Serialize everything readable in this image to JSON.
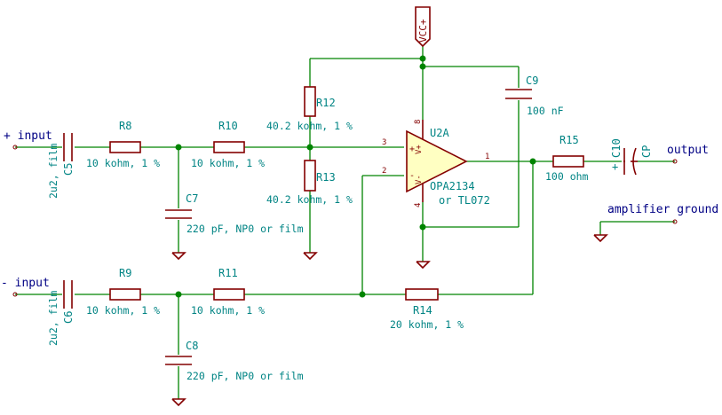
{
  "nets": {
    "plus_input": "+ input",
    "minus_input": "- input",
    "output": "output",
    "amp_ground": "amplifier ground",
    "vcc": "VCC+"
  },
  "opamp": {
    "ref": "U2A",
    "value_line1": "OPA2134",
    "value_line2": "or TL072",
    "pin_in_plus": "3",
    "pin_in_minus": "2",
    "pin_out": "1",
    "pin_vplus": "8",
    "pin_vminus": "4",
    "label_vplus": "V+",
    "label_vminus": "V-",
    "sign_plus": "+",
    "sign_minus": "-"
  },
  "components": {
    "C5": {
      "ref": "C5",
      "value": "2u2, film"
    },
    "C6": {
      "ref": "C6",
      "value": "2u2, film"
    },
    "C7": {
      "ref": "C7",
      "value": "220 pF, NP0 or film"
    },
    "C8": {
      "ref": "C8",
      "value": "220 pF, NP0 or film"
    },
    "C9": {
      "ref": "C9",
      "value": "100 nF"
    },
    "C10": {
      "ref": "C10",
      "value": "CP",
      "polarity": "+"
    },
    "R8": {
      "ref": "R8",
      "value": "10 kohm, 1 %"
    },
    "R9": {
      "ref": "R9",
      "value": "10 kohm, 1 %"
    },
    "R10": {
      "ref": "R10",
      "value": "10 kohm, 1 %"
    },
    "R11": {
      "ref": "R11",
      "value": "10 kohm, 1 %"
    },
    "R12": {
      "ref": "R12",
      "value": "40.2 kohm, 1 %"
    },
    "R13": {
      "ref": "R13",
      "value": "40.2 kohm, 1 %"
    },
    "R14": {
      "ref": "R14",
      "value": "20 kohm, 1 %"
    },
    "R15": {
      "ref": "R15",
      "value": "100 ohm"
    }
  },
  "colors": {
    "wire": "#008400",
    "component": "#840000",
    "reference": "#008484",
    "net_label": "#000084",
    "opamp_fill": "#ffffc2"
  }
}
